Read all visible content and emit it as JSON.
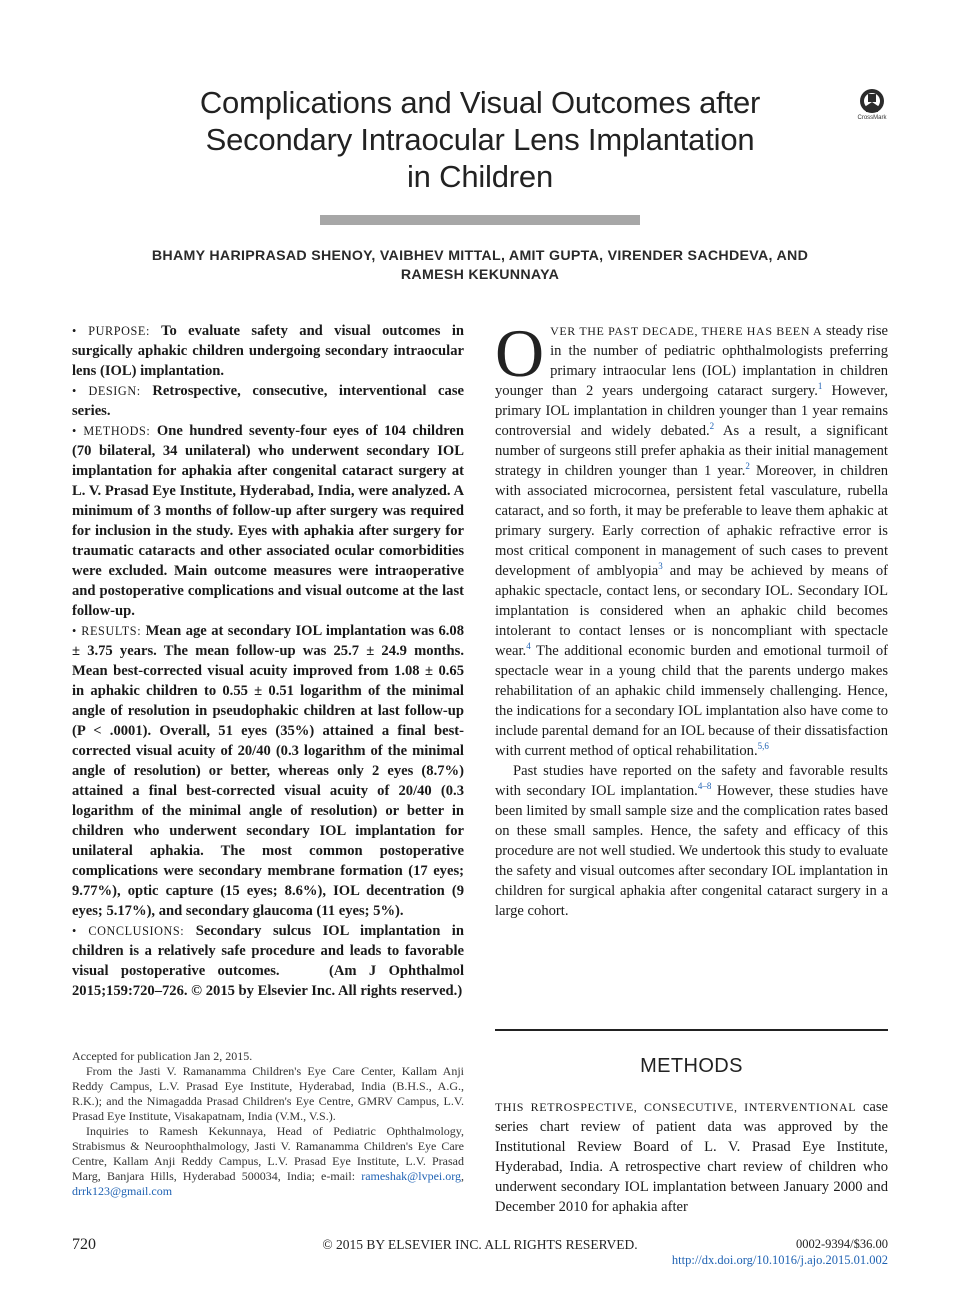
{
  "title_lines": [
    "Complications and Visual Outcomes after",
    "Secondary Intraocular Lens Implantation",
    "in Children"
  ],
  "crossmark_label": "CrossMark",
  "authors_lines": [
    "BHAMY HARIPRASAD SHENOY, VAIBHEV MITTAL, AMIT GUPTA, VIRENDER SACHDEVA, AND",
    "RAMESH KEKUNNAYA"
  ],
  "abstract": {
    "purpose_label": "• PURPOSE:",
    "purpose_text": "To evaluate safety and visual outcomes in surgically aphakic children undergoing secondary intraocular lens (IOL) implantation.",
    "design_label": "• DESIGN:",
    "design_text": "Retrospective, consecutive, interventional case series.",
    "methods_label": "• METHODS:",
    "methods_text": "One hundred seventy-four eyes of 104 children (70 bilateral, 34 unilateral) who underwent secondary IOL implantation for aphakia after congenital cataract surgery at L. V. Prasad Eye Institute, Hyderabad, India, were analyzed. A minimum of 3 months of follow-up after surgery was required for inclusion in the study. Eyes with aphakia after surgery for traumatic cataracts and other associated ocular comorbidities were excluded. Main outcome measures were intraoperative and postoperative complications and visual outcome at the last follow-up.",
    "results_label": "• RESULTS:",
    "results_text": "Mean age at secondary IOL implantation was 6.08 ± 3.75 years. The mean follow-up was 25.7 ± 24.9 months. Mean best-corrected visual acuity improved from 1.08 ± 0.65 in aphakic children to 0.55 ± 0.51 logarithm of the minimal angle of resolution in pseudophakic children at last follow-up (P < .0001). Overall, 51 eyes (35%) attained a final best-corrected visual acuity of 20/40 (0.3 logarithm of the minimal angle of resolution) or better, whereas only 2 eyes (8.7%) attained a final best-corrected visual acuity of 20/40 (0.3 logarithm of the minimal angle of resolution) or better in children who underwent secondary IOL implantation for unilateral aphakia. The most common postoperative complications were secondary membrane formation (17 eyes; 9.77%), optic capture (15 eyes; 8.6%), IOL decentration (9 eyes; 5.17%), and secondary glaucoma (11 eyes; 5%).",
    "conclusions_label": "• CONCLUSIONS:",
    "conclusions_text": "Secondary sulcus IOL implantation in children is a relatively safe procedure and leads to favorable visual postoperative outcomes.",
    "citation": "(Am J Ophthalmol 2015;159:720–726. © 2015 by Elsevier Inc. All rights reserved.)"
  },
  "notes": {
    "accepted": "Accepted for publication Jan 2, 2015.",
    "affiliation": "From the Jasti V. Ramanamma Children's Eye Care Center, Kallam Anji Reddy Campus, L.V. Prasad Eye Institute, Hyderabad, India (B.H.S., A.G., R.K.); and the Nimagadda Prasad Children's Eye Centre, GMRV Campus, L.V. Prasad Eye Institute, Visakapatnam, India (V.M., V.S.).",
    "inquiries": "Inquiries to Ramesh Kekunnaya, Head of Pediatric Ophthalmology, Strabismus & Neuroophthalmology, Jasti V. Ramanamma Children's Eye Care Centre, Kallam Anji Reddy Campus, L.V. Prasad Eye Institute, L.V. Prasad Marg, Banjara Hills, Hyderabad 500034, India;",
    "email_label": "e-mail:",
    "email_1": "rameshak@lvpei.org",
    "email_sep": ",",
    "email_2": "drrk123@gmail.com"
  },
  "intro": {
    "drop_cap": "O",
    "lead_smallcaps": "VER THE PAST DECADE, THERE HAS BEEN A",
    "p1_a": "steady rise in the number of pediatric ophthalmologists preferring primary intraocular lens (IOL) implantation in children younger than 2 years undergoing cataract surgery.",
    "ref_1": "1",
    "p1_b": " However, primary IOL implantation in children younger than 1 year remains controversial and widely debated.",
    "ref_2": "2",
    "p1_c": " As a result, a significant number of surgeons still prefer aphakia as their initial management strategy in children younger than 1 year.",
    "ref_3": "2",
    "p1_d": " Moreover, in children with associated microcornea, persistent fetal vasculature, rubella cataract, and so forth, it may be preferable to leave them aphakic at primary surgery. Early correction of aphakic refractive error is most critical component in management of such cases to prevent development of amblyopia",
    "ref_4": "3",
    "p1_e": " and may be achieved by means of aphakic spectacle, contact lens, or secondary IOL. Secondary IOL implantation is considered when an aphakic child becomes intolerant to contact lenses or is noncompliant with spectacle wear.",
    "ref_5": "4",
    "p1_f": " The additional economic burden and emotional turmoil of spectacle wear in a young child that the parents undergo makes rehabilitation of an aphakic child immensely challenging. Hence, the indications for a secondary IOL implantation also have come to include parental demand for an IOL because of their dissatisfaction with current method of optical rehabilitation.",
    "ref_6": "5,6",
    "p2_a": "Past studies have reported on the safety and favorable results with secondary IOL implantation.",
    "ref_7": "4–8",
    "p2_b": " However, these studies have been limited by small sample size and the complication rates based on these small samples. Hence, the safety and efficacy of this procedure are not well studied. We undertook this study to evaluate the safety and visual outcomes after secondary IOL implantation in children for surgical aphakia after congenital cataract surgery in a large cohort."
  },
  "methods_heading": "METHODS",
  "methods": {
    "lead_smallcaps": "THIS RETROSPECTIVE, CONSECUTIVE, INTERVENTIONAL",
    "text": " case series chart review of patient data was approved by the Institutional Review Board of L. V. Prasad Eye Institute, Hyderabad, India. A retrospective chart review of children who underwent secondary IOL implantation between January 2000 and December 2010 for aphakia after"
  },
  "footer": {
    "page_number": "720",
    "copyright": "© 2015 BY ELSEVIER INC. ALL RIGHTS RESERVED.",
    "issn": "0002-9394/$36.00",
    "doi": "http://dx.doi.org/10.1016/j.ajo.2015.01.002"
  },
  "colors": {
    "link": "#1f62b3",
    "rule": "#a7a7a7",
    "text": "#1a1a1a"
  }
}
